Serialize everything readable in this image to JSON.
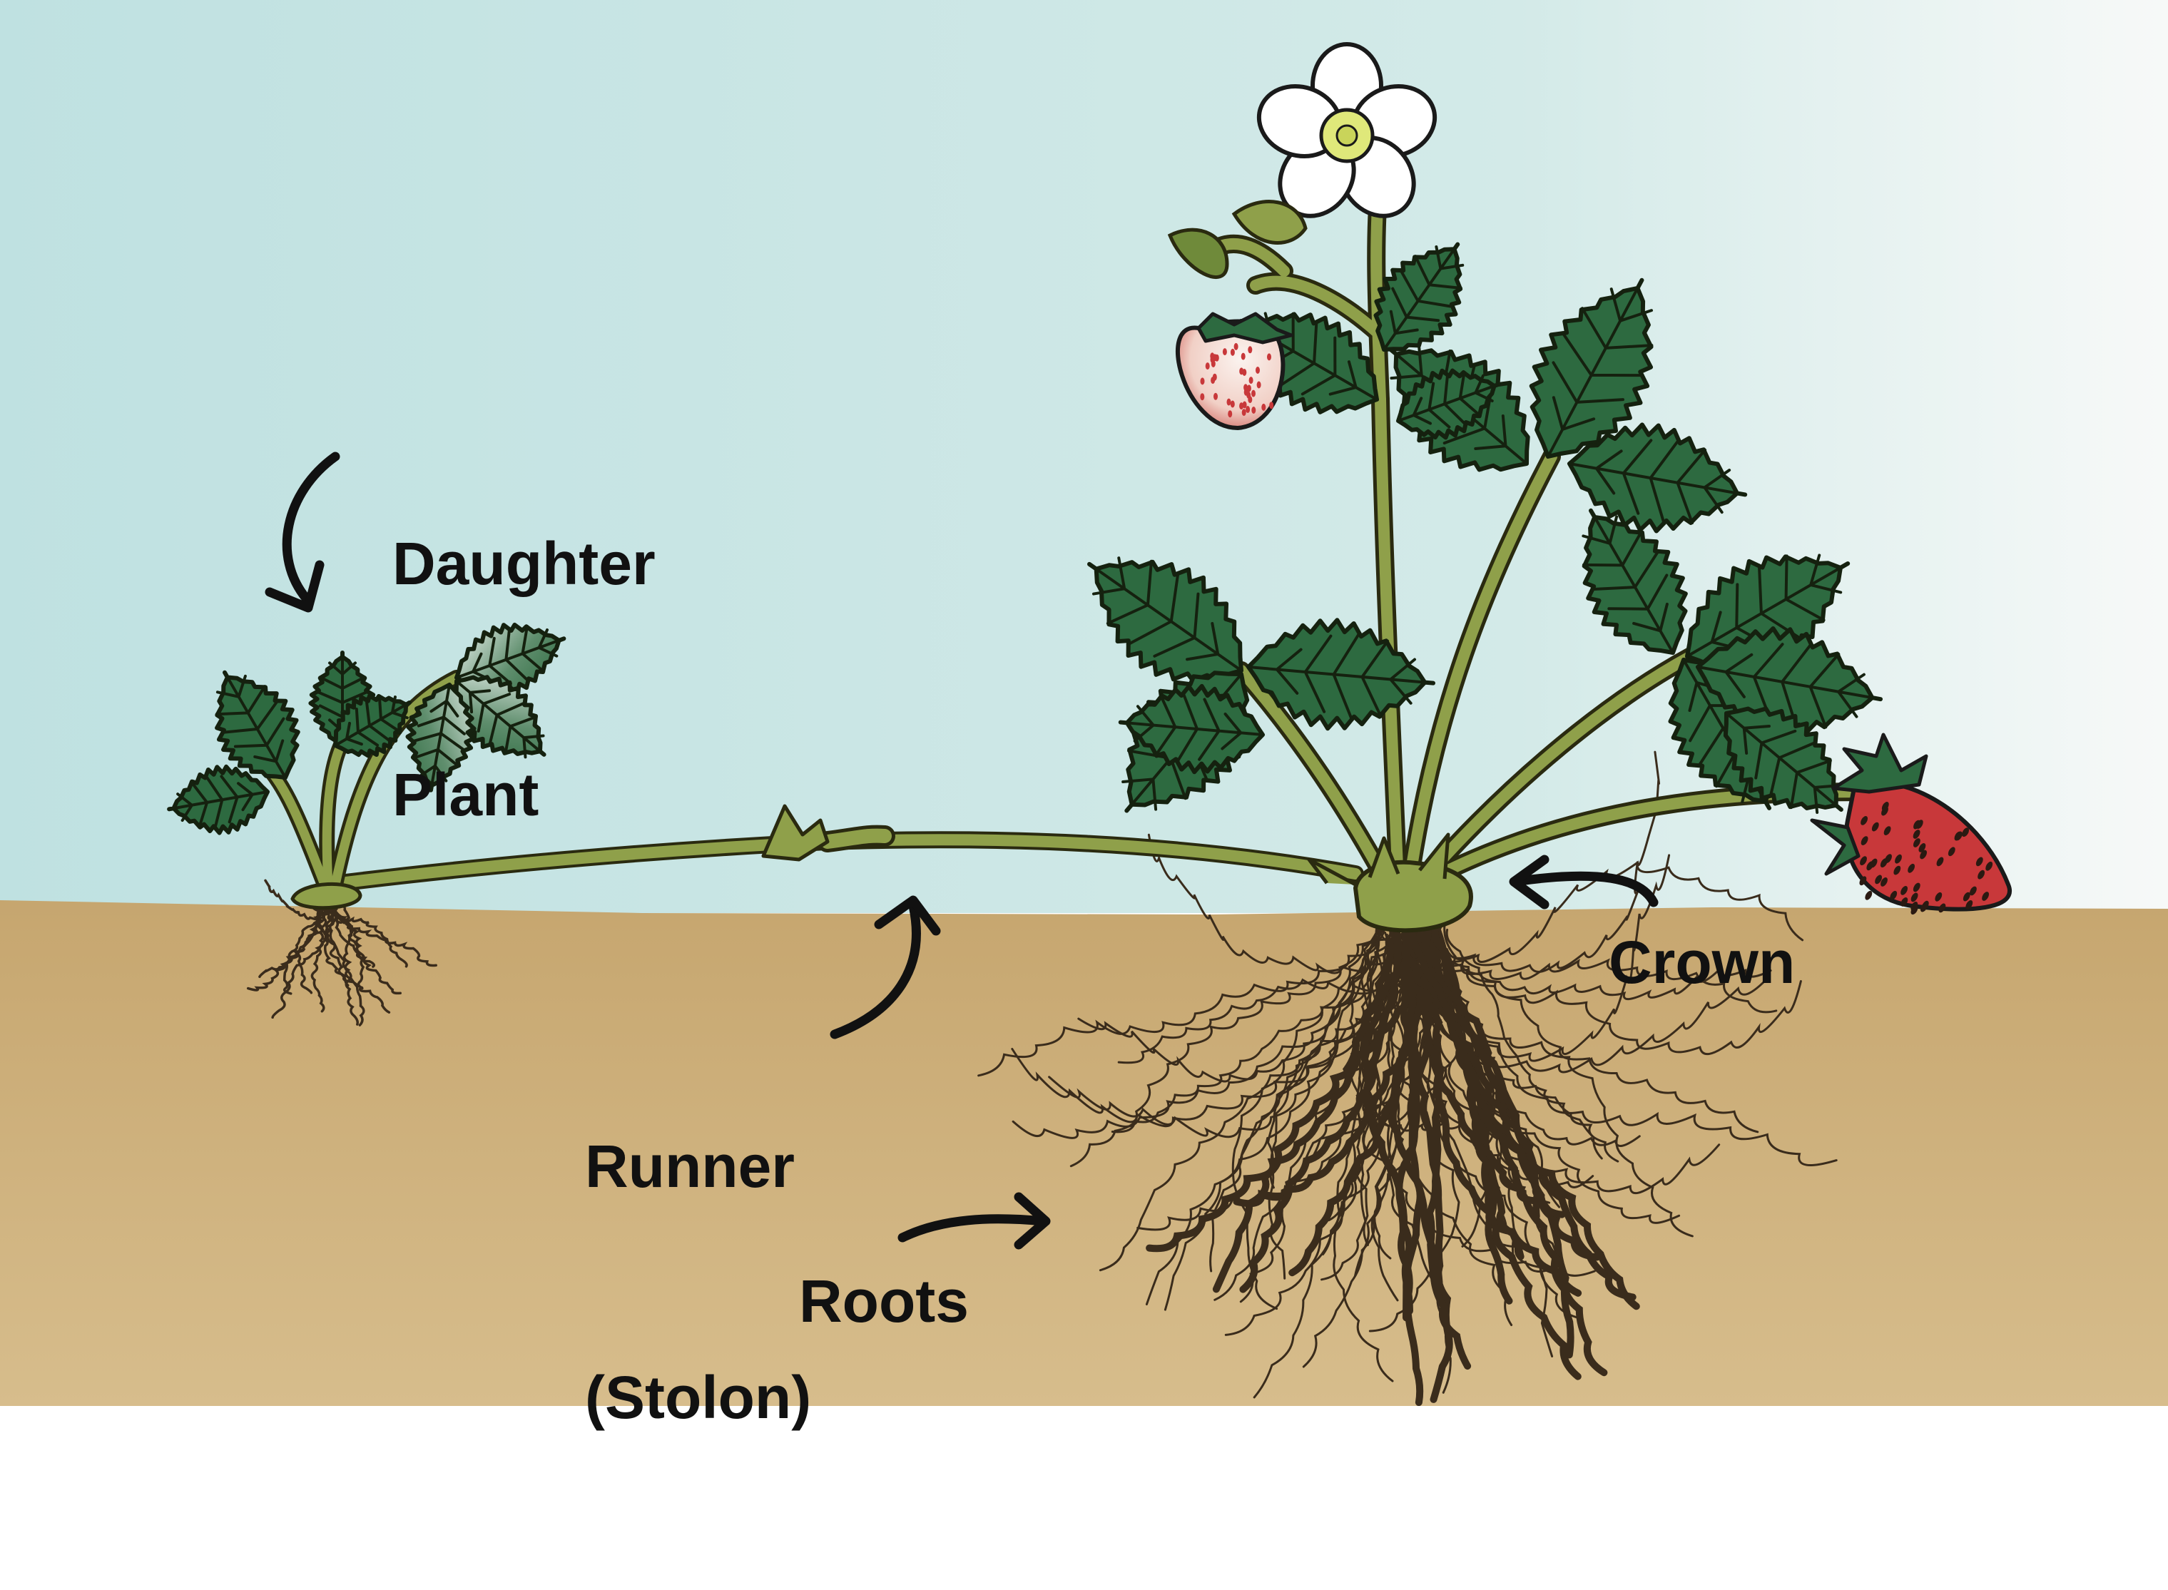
{
  "labels": {
    "daughter_plant_line1": "Daughter",
    "daughter_plant_line2": "Plant",
    "runner_line1": "Runner",
    "runner_line2": "(Stolon)",
    "crown": "Crown",
    "roots": "Roots"
  },
  "colors": {
    "sky_top": "#bfe1e1",
    "sky_right": "#f7f9f8",
    "soil_top": "#c6a66f",
    "soil_bottom": "#d7bd8c",
    "leaf": "#2d6a40",
    "stem": "#8fa04a",
    "stem_outline": "#2a2a10",
    "strawberry_red": "#c8383a",
    "unripe_berry": "#f1d6cf",
    "flower_petal": "#ffffff",
    "flower_center": "#dfe87a",
    "root": "#3a2c1c",
    "arrow": "#111111"
  },
  "icons": {
    "pointer": "curved-arrow-icon",
    "fruit": "strawberry-icon",
    "flower": "flower-icon",
    "leaf": "serrated-leaf-icon"
  }
}
